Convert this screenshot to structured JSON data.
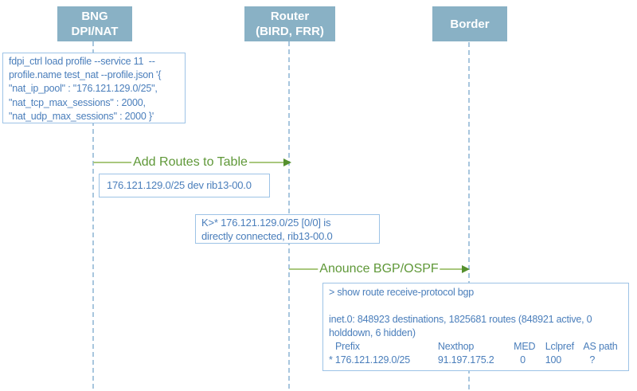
{
  "colors": {
    "actor_fill": "#89b1c5",
    "actor_text": "#ffffff",
    "note_border": "#9dc3e6",
    "note_text": "#4a7ebb",
    "lifeline": "#a8c6de",
    "arrow_line": "#a9c77e",
    "arrow_head": "#55902e",
    "arrow_text": "#5f9838"
  },
  "actors": [
    {
      "lines": [
        "BNG",
        "DPI/NAT"
      ]
    },
    {
      "lines": [
        "Router",
        "(BIRD, FRR)"
      ]
    },
    {
      "lines": [
        "Border"
      ]
    }
  ],
  "messages": [
    {
      "label": "Add Routes to Table",
      "from": "BNG DPI/NAT",
      "to": "Router (BIRD, FRR)"
    },
    {
      "label": "Anounce BGP/OSPF",
      "from": "Router (BIRD, FRR)",
      "to": "Border"
    }
  ],
  "notes": [
    {
      "lines": [
        "fdpi_ctrl load profile --service 11  --",
        "profile.name test_nat --profile.json '{",
        "\"nat_ip_pool\" : \"176.121.129.0/25\",",
        "\"nat_tcp_max_sessions\" : 2000,",
        "\"nat_udp_max_sessions\" : 2000 }'"
      ]
    },
    {
      "lines": [
        "176.121.129.0/25 dev rib13-00.0"
      ]
    },
    {
      "lines": [
        "K>* 176.121.129.0/25 [0/0] is",
        "directly connected, rib13-00.0"
      ]
    },
    {
      "command": "> show route receive-protocol bgp",
      "summary": [
        "inet.0: 848923 destinations, 1825681 routes (848921 active, 0",
        "holddown, 6 hidden)"
      ],
      "table": {
        "headers": [
          "Prefix",
          "Nexthop",
          "MED",
          "Lclpref",
          "AS path"
        ],
        "rows": [
          [
            "* 176.121.129.0/25",
            "91.197.175.2",
            "0",
            "100",
            "?"
          ]
        ]
      }
    }
  ]
}
